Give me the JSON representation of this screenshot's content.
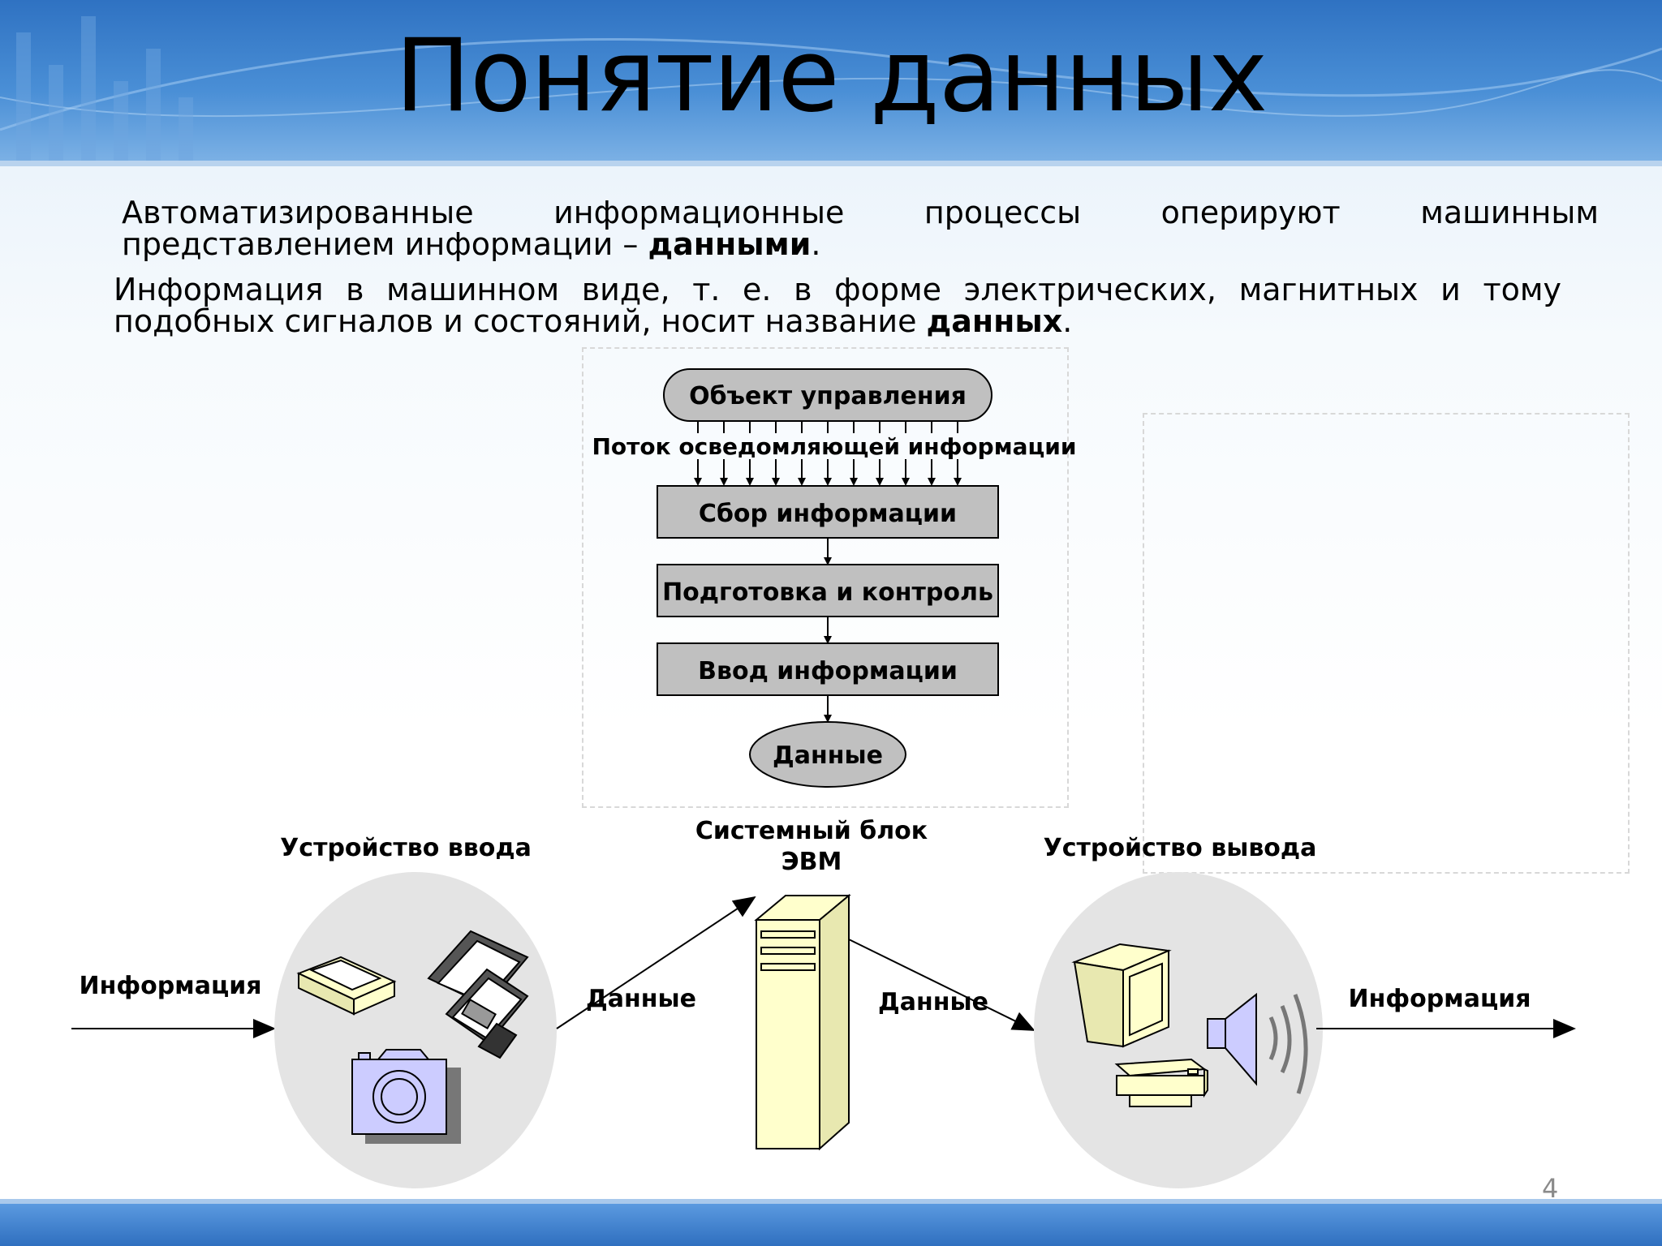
{
  "title": "Понятие данных",
  "paragraphs": {
    "p1_main": "Автоматизированные информационные процессы оперируют машинным представлением информации – ",
    "p1_bold": "данными",
    "p1_end": ".",
    "p2_main": "Информация в машинном виде, т. е. в форме электрических, магнитных и тому подобных сигналов и состояний, носит название ",
    "p2_bold": "данных",
    "p2_end": "."
  },
  "flowchart": {
    "object": "Объект управления",
    "flow_label": "Поток осведомляющей информации",
    "steps": [
      "Сбор информации",
      "Подготовка и контроль",
      "Ввод информации"
    ],
    "result": "Данные"
  },
  "pipeline": {
    "input_info": "Информация",
    "input_device": "Устройство ввода",
    "data_left": "Данные",
    "system_unit_line1": "Системный блок",
    "system_unit_line2": "ЭВМ",
    "data_right": "Данные",
    "output_device": "Устройство вывода",
    "output_info": "Информация"
  },
  "page_number": "4",
  "colors": {
    "header_blue": "#3b7fcf",
    "box_gray": "#c0c0c0",
    "device_circle": "#e4e4e4",
    "system_unit": "#ffffcc",
    "camera_fill": "#ccccff"
  }
}
